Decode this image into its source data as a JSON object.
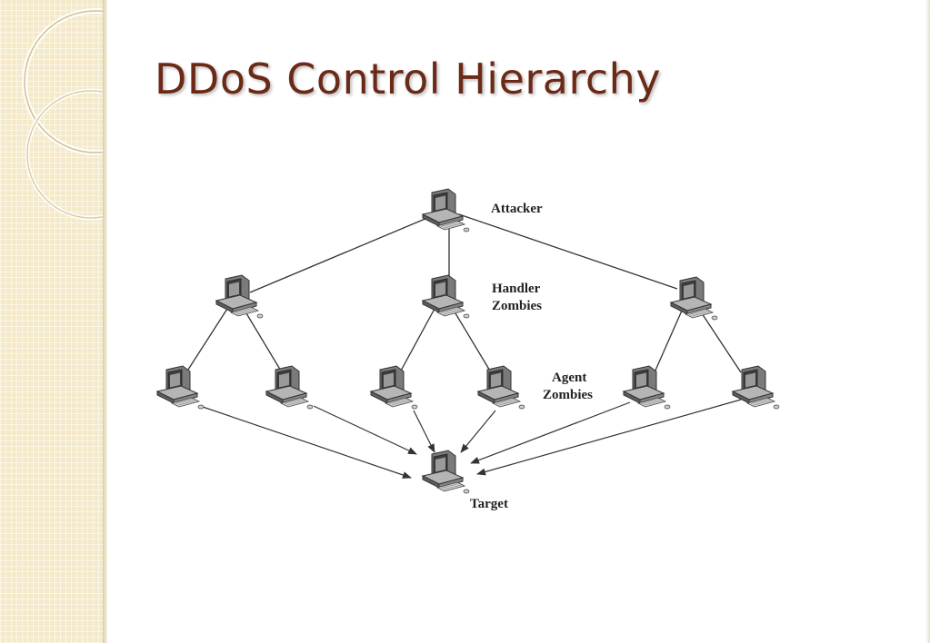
{
  "slide": {
    "title": "DDoS Control Hierarchy"
  },
  "diagram": {
    "labels": {
      "attacker": "Attacker",
      "handler_line1": "Handler",
      "handler_line2": "Zombies",
      "agent_line1": "Agent",
      "agent_line2": "Zombies",
      "target": "Target"
    },
    "nodes": [
      {
        "id": "attacker",
        "role": "attacker",
        "icon": "computer-icon"
      },
      {
        "id": "handler-left",
        "role": "handler",
        "icon": "computer-icon"
      },
      {
        "id": "handler-center",
        "role": "handler",
        "icon": "computer-icon"
      },
      {
        "id": "handler-right",
        "role": "handler",
        "icon": "computer-icon"
      },
      {
        "id": "agent-1",
        "role": "agent",
        "icon": "computer-icon"
      },
      {
        "id": "agent-2",
        "role": "agent",
        "icon": "computer-icon"
      },
      {
        "id": "agent-3",
        "role": "agent",
        "icon": "computer-icon"
      },
      {
        "id": "agent-4",
        "role": "agent",
        "icon": "computer-icon"
      },
      {
        "id": "agent-5",
        "role": "agent",
        "icon": "computer-icon"
      },
      {
        "id": "agent-6",
        "role": "agent",
        "icon": "computer-icon"
      },
      {
        "id": "target",
        "role": "target",
        "icon": "computer-icon"
      }
    ],
    "control_links": [
      [
        "attacker",
        "handler-left"
      ],
      [
        "attacker",
        "handler-center"
      ],
      [
        "attacker",
        "handler-right"
      ],
      [
        "handler-left",
        "agent-1"
      ],
      [
        "handler-left",
        "agent-2"
      ],
      [
        "handler-center",
        "agent-3"
      ],
      [
        "handler-center",
        "agent-4"
      ],
      [
        "handler-right",
        "agent-5"
      ],
      [
        "handler-right",
        "agent-6"
      ]
    ],
    "attack_links": [
      [
        "agent-1",
        "target"
      ],
      [
        "agent-2",
        "target"
      ],
      [
        "agent-3",
        "target"
      ],
      [
        "agent-4",
        "target"
      ],
      [
        "agent-5",
        "target"
      ],
      [
        "agent-6",
        "target"
      ]
    ]
  },
  "theme": {
    "title_color": "#6b2a17",
    "sidebar_color": "#f4e9c9",
    "line_color": "#333333"
  }
}
